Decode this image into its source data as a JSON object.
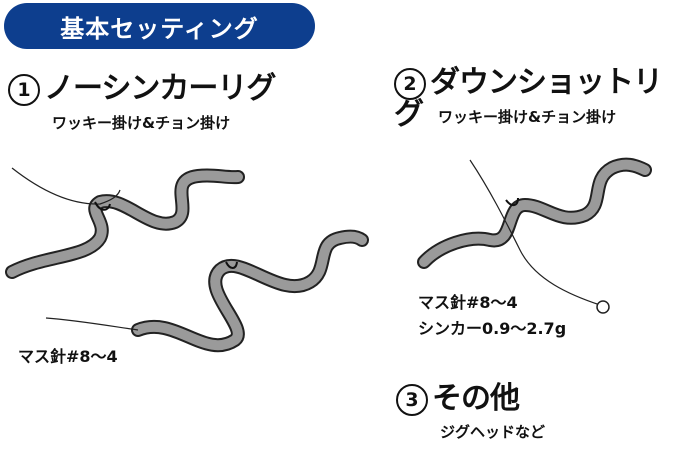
{
  "header": {
    "badge_label": "基本セッティング"
  },
  "rigs": [
    {
      "number": "1",
      "title": "ノーシンカーリグ",
      "subtitle": "ワッキー掛け&チョン掛け",
      "note": "マス針#8〜4"
    },
    {
      "number": "2",
      "title": "ダウンショットリグ",
      "subtitle": "ワッキー掛け&チョン掛け",
      "note_lines": [
        "マス針#8〜4",
        "シンカー0.9〜2.7g"
      ]
    },
    {
      "number": "3",
      "title": "その他",
      "subtitle": "ジグヘッドなど"
    }
  ],
  "colors": {
    "badge_bg": "#0d3e8e",
    "worm_fill": "#9a9a9a",
    "worm_edge": "#222222",
    "line": "#222222"
  },
  "icons": [
    "worm-illustration",
    "hook-illustration",
    "sinker-illustration"
  ]
}
